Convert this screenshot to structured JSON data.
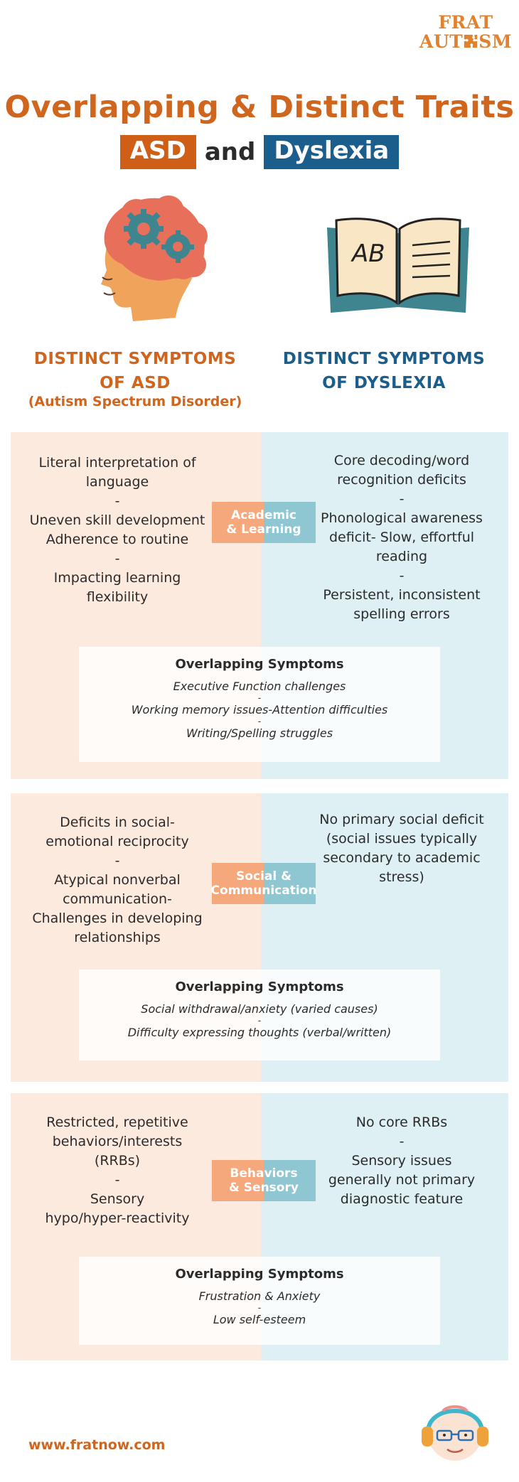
{
  "brand": {
    "logo_line1": "FRAT",
    "logo_line2a": "AUT",
    "logo_line2b": "SM"
  },
  "title": {
    "main": "Overlapping & Distinct Traits",
    "tag_left": "ASD",
    "connector": "and",
    "tag_right": "Dyslexia"
  },
  "headings": {
    "asd_line1": "DISTINCT SYMPTOMS",
    "asd_line2": "OF ASD",
    "asd_sub": "(Autism Spectrum Disorder)",
    "dys_line1": "DISTINCT SYMPTOMS",
    "dys_line2": "OF DYSLEXIA"
  },
  "book_letters": "AB",
  "sections": [
    {
      "label_line1": "Academic",
      "label_line2": "& Learning",
      "asd_lines": [
        "Literal interpretation of",
        "language",
        "-",
        "Uneven skill development",
        "Adherence to routine",
        "-",
        "Impacting learning",
        "flexibility"
      ],
      "dys_lines": [
        "Core decoding/word",
        "recognition deficits",
        "-",
        "Phonological awareness",
        "deficit- Slow, effortful",
        "reading",
        "-",
        "Persistent, inconsistent",
        "spelling errors"
      ],
      "overlap_title": "Overlapping Symptoms",
      "overlap_items": [
        "Executive Function challenges",
        "Working memory issues-Attention difficulties",
        "Writing/Spelling struggles"
      ]
    },
    {
      "label_line1": "Social &",
      "label_line2": "Communication",
      "asd_lines": [
        "Deficits in social-",
        "emotional reciprocity",
        "-",
        "Atypical nonverbal",
        "communication-",
        "Challenges in developing",
        "relationships"
      ],
      "dys_lines": [
        "No primary social deficit",
        "(social issues typically",
        "secondary to academic",
        "stress)"
      ],
      "overlap_title": "Overlapping Symptoms",
      "overlap_items": [
        "Social withdrawal/anxiety (varied causes)",
        "Difficulty expressing thoughts (verbal/written)"
      ]
    },
    {
      "label_line1": "Behaviors",
      "label_line2": "& Sensory",
      "asd_lines": [
        "Restricted, repetitive",
        "behaviors/interests",
        "(RRBs)",
        "-",
        "Sensory",
        "hypo/hyper-reactivity"
      ],
      "dys_lines": [
        "No core RRBs",
        "-",
        "Sensory issues",
        "generally not primary",
        "diagnostic feature"
      ],
      "overlap_title": "Overlapping Symptoms",
      "overlap_items": [
        "Frustration & Anxiety",
        "Low self-esteem"
      ]
    }
  ],
  "footer": {
    "url": "www.fratnow.com"
  },
  "colors": {
    "orange": "#d0651e",
    "blue": "#1b5e8c",
    "asd_bg": "#fdeadf",
    "dys_bg": "#dff0f4"
  }
}
